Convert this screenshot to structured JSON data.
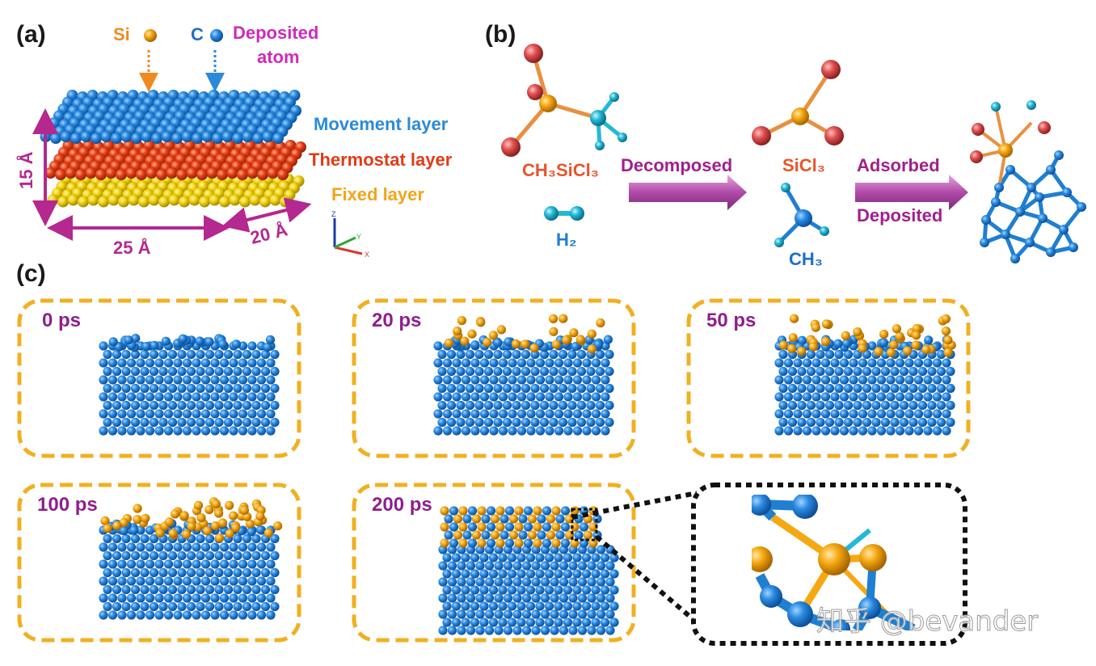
{
  "panels": {
    "a": {
      "letter": "(a)",
      "si_label": "Si",
      "c_label": "C",
      "deposited_label_1": "Deposited",
      "deposited_label_2": "atom",
      "layers": [
        "Movement layer",
        "Thermostat layer",
        "Fixed layer"
      ],
      "dim_height": "15 Å",
      "dim_width": "25 Å",
      "dim_depth": "20 Å",
      "axis_z": "Z",
      "axis_y": "Y",
      "axis_x": "X"
    },
    "b": {
      "letter": "(b)",
      "molecule_1": "CH₃SiCl₃",
      "molecule_2": "H₂",
      "arrow_1": "Decomposed",
      "product_1": "SiCl₃",
      "product_2": "CH₃",
      "arrow_2_top": "Adsorbed",
      "arrow_2_bottom": "Deposited"
    },
    "c": {
      "letter": "(c)",
      "frames": [
        "0 ps",
        "20 ps",
        "50 ps",
        "100 ps",
        "200 ps"
      ]
    }
  },
  "watermark": "知乎 @bevander",
  "colors": {
    "carbon": "#1f7fd0",
    "silicon": "#f5a812",
    "thermostat": "#e8421a",
    "fixed": "#f2d20e",
    "movement_text": "#2a8ad8",
    "thermostat_text": "#e03b17",
    "fixed_text": "#f2a51a",
    "magenta": "#b4288f",
    "chlorine": "#e05050",
    "dash_border": "#f0b020"
  }
}
